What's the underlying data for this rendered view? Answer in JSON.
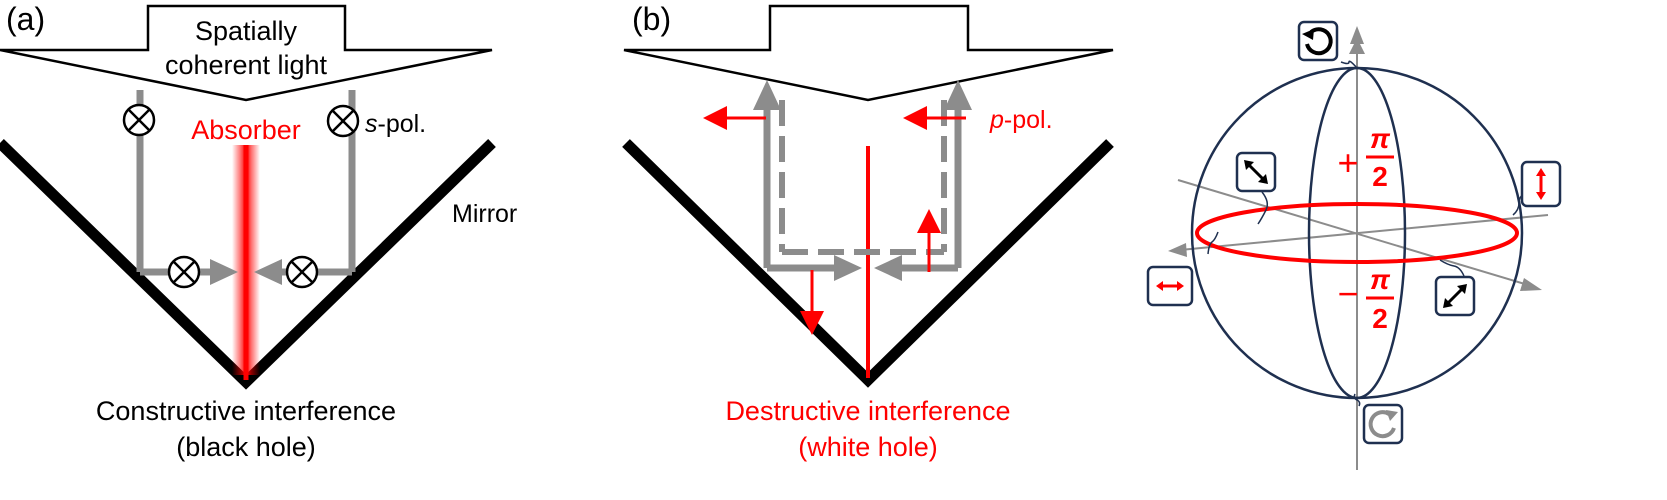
{
  "panel_a": {
    "tag": "(a)",
    "light_line1": "Spatially",
    "light_line2": "coherent light",
    "absorber": "Absorber",
    "pol_italic": "s",
    "pol_rest": "-pol.",
    "mirror": "Mirror",
    "caption_line1": "Constructive interference",
    "caption_line2": "(black hole)"
  },
  "panel_b": {
    "tag": "(b)",
    "pol_italic": "p",
    "pol_rest": "-pol.",
    "caption_line1": "Destructive interference",
    "caption_line2": "(white hole)"
  },
  "sphere": {
    "upper_sign": "+",
    "upper_num": "π",
    "upper_den": "2",
    "lower_sign": "−",
    "lower_num": "π",
    "lower_den": "2"
  },
  "colors": {
    "red": "#ff0000",
    "gray": "#8c8c8c",
    "navy": "#1f3050",
    "black": "#000000"
  },
  "icons": {
    "top": "counterclockwise-circular-icon",
    "bottom": "clockwise-circular-icon",
    "left": "horizontal-linear-icon",
    "right": "vertical-linear-icon",
    "upper_left": "diagonal-minus45-icon",
    "lower_right": "diagonal-plus45-icon"
  }
}
